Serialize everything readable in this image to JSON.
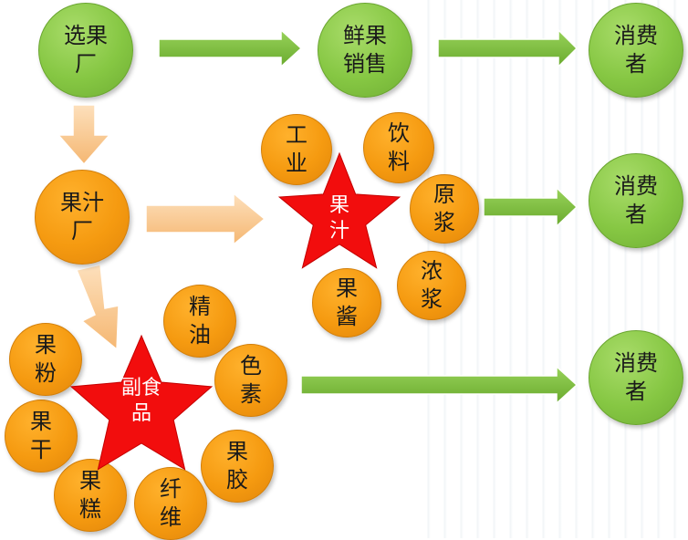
{
  "nodes": {
    "select_factory": "选果\n厂",
    "fresh_sales": "鲜果\n销售",
    "consumer_1": "消费\n者",
    "juice_factory": "果汁\n厂",
    "consumer_2": "消费\n者",
    "consumer_3": "消费\n者"
  },
  "juice_star": {
    "label": "果\n汁",
    "products": [
      "工\n业",
      "饮\n料",
      "原\n浆",
      "浓\n浆",
      "果\n酱"
    ]
  },
  "byproduct_star": {
    "label": "副食\n品",
    "products": [
      "精\n油",
      "色\n素",
      "果\n胶",
      "纤\n维",
      "果\n糕",
      "果\n干",
      "果\n粉"
    ]
  },
  "colors": {
    "green": "#86c743",
    "orange": "#f59a10",
    "star_red": "#f20d0d",
    "arrow_light_orange": "#f9c88f",
    "arrow_green": "#7bbf3a"
  }
}
